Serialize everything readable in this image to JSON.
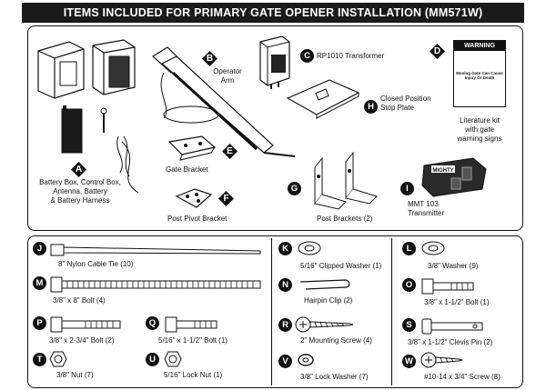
{
  "banner": "ITEMS INCLUDED FOR PRIMARY GATE OPENER INSTALLATION (MM571W)",
  "top_items": [
    {
      "letter": "A",
      "label": "Battery Box, Control Box,\nAntenna, Battery\n& Battery Harness"
    },
    {
      "letter": "B",
      "label": "Operator\nArm"
    },
    {
      "letter": "C",
      "label": "RP1010 Transformer"
    },
    {
      "letter": "D",
      "label": "Literature kit\nwith gate\nwarning signs"
    },
    {
      "letter": "E",
      "label": "Gate Bracket"
    },
    {
      "letter": "F",
      "label": "Post Pivot Bracket"
    },
    {
      "letter": "G",
      "label": "Post Brackets (2)"
    },
    {
      "letter": "H",
      "label": "Closed Position\nStop Plate"
    },
    {
      "letter": "I",
      "label": "MMT 103\nTransmitter"
    }
  ],
  "warning_sign": {
    "title": "WARNING",
    "text": "Moving Gate Can Cause Injury Or Death"
  },
  "transmitter_logo": "MIGHTY",
  "hardware": [
    {
      "letter": "J",
      "label": "8\" Nylon Cable Tie (10)"
    },
    {
      "letter": "K",
      "label": "5/16\" Clipped Washer (1)"
    },
    {
      "letter": "L",
      "label": "3/8\" Washer (9)"
    },
    {
      "letter": "M",
      "label": "3/8\" x 8\" Bolt (4)"
    },
    {
      "letter": "N",
      "label": "Hairpin Clip (2)"
    },
    {
      "letter": "O",
      "label": "3/8\" x 1-1/2\" Bolt (1)"
    },
    {
      "letter": "P",
      "label": "3/8\" x 2-3/4\" Bolt (2)"
    },
    {
      "letter": "Q",
      "label": "5/16\" x 1-1/2\" Bolt (1)"
    },
    {
      "letter": "R",
      "label": "2\" Mounting Screw (4)"
    },
    {
      "letter": "S",
      "label": "3/8\" x 1-1/2\" Clevis Pin (2)"
    },
    {
      "letter": "T",
      "label": "3/8\" Nut (7)"
    },
    {
      "letter": "U",
      "label": "5/16\" Lock Nut (1)"
    },
    {
      "letter": "V",
      "label": "3/8\" Lock Washer (7)"
    },
    {
      "letter": "W",
      "label": "#10-14 x 3/4\" Screw (8)"
    }
  ]
}
